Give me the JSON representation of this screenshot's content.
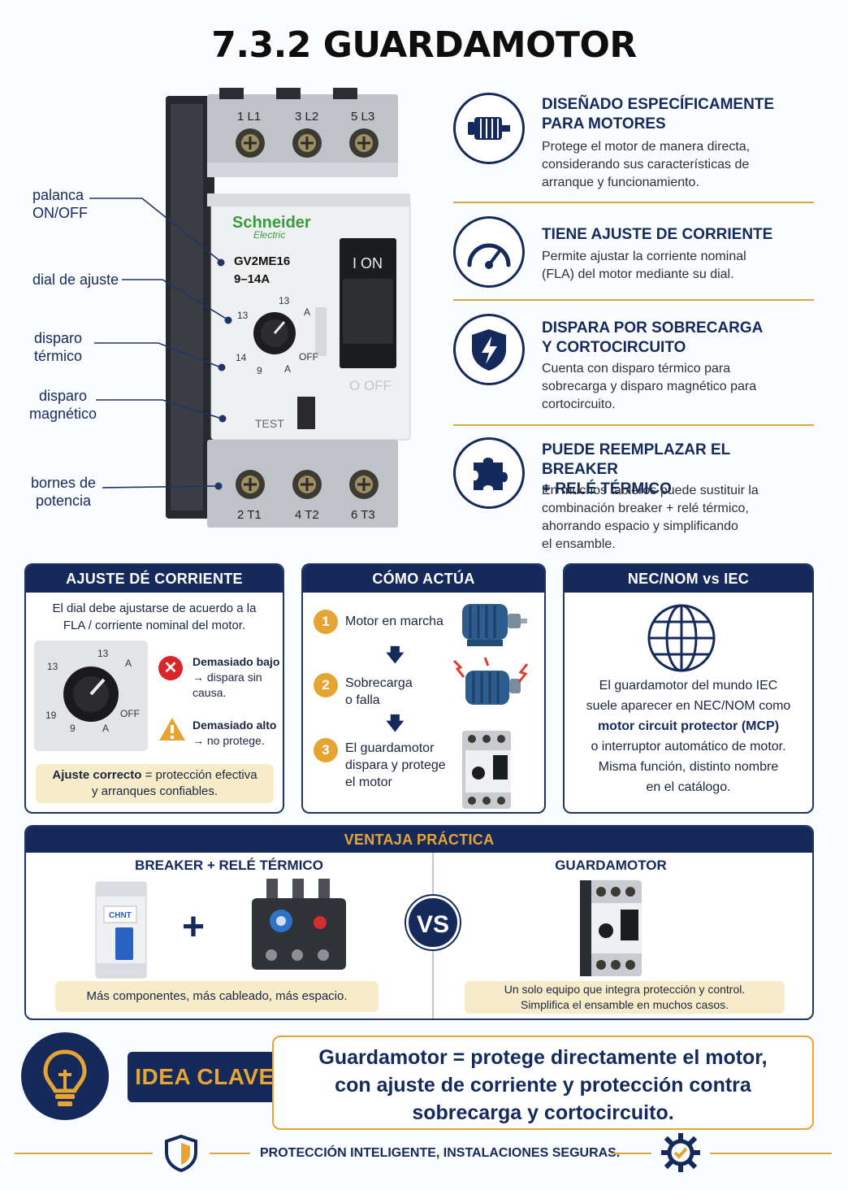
{
  "title": "7.3.2 GUARDAMOTOR",
  "device": {
    "top_terminals": [
      "1 L1",
      "3 L2",
      "5 L3"
    ],
    "bottom_terminals": [
      "2 T1",
      "4 T2",
      "6 T3"
    ],
    "brand_main": "Schneider",
    "brand_sub": "Electric",
    "model": "GV2ME16",
    "range": "9–14A",
    "on_label": "I ON",
    "off_label": "O OFF",
    "test_label": "TEST",
    "dial_marks": [
      "13",
      "13",
      "14",
      "9",
      "A",
      "OFF",
      "A"
    ]
  },
  "callouts": {
    "lever": [
      "palanca",
      "ON/OFF"
    ],
    "dial": [
      "dial de ajuste"
    ],
    "thermal": [
      "disparo",
      "térmico"
    ],
    "magnetic": [
      "disparo",
      "magnético"
    ],
    "terminals": [
      "bornes de",
      "potencia"
    ]
  },
  "features": [
    {
      "icon": "motor-icon",
      "title": [
        "DISEÑADO ESPECÍFICAMENTE",
        "PARA MOTORES"
      ],
      "desc": [
        "Protege el motor de manera directa,",
        "considerando sus características de",
        "arranque y funcionamiento."
      ]
    },
    {
      "icon": "gauge-icon",
      "title": [
        "TIENE AJUSTE DE CORRIENTE"
      ],
      "desc": [
        "Permite ajustar la corriente nominal",
        "(FLA) del motor mediante su dial."
      ]
    },
    {
      "icon": "shield-bolt-icon",
      "title": [
        "DISPARA POR SOBRECARGA",
        "Y CORTOCIRCUITO"
      ],
      "desc": [
        "Cuenta con disparo térmico para",
        "sobrecarga y disparo magnético para",
        "cortocircuito."
      ]
    },
    {
      "icon": "puzzle-icon",
      "title": [
        "PUEDE REEMPLAZAR EL BREAKER",
        "+ RELÉ TÉRMICO"
      ],
      "desc": [
        "En muchos tableros puede sustituir la",
        "combinación breaker + relé térmico,",
        "ahorrando espacio y simplificando",
        "el ensamble."
      ]
    }
  ],
  "ajuste": {
    "header": "AJUSTE DÉ CORRIENTE",
    "intro": [
      "El dial debe ajustarse de acuerdo a la",
      "FLA / corriente nominal del motor."
    ],
    "low_title": "Demasiado bajo",
    "low_desc": [
      "→ dispara sin",
      "causa."
    ],
    "high_title": "Demasiado alto",
    "high_desc": [
      "→ no protege."
    ],
    "correct_bold": "Ajuste correcto",
    "correct_rest": " = protección efectiva",
    "correct_line2": "y arranques confiables.",
    "dial_marks": [
      "13",
      "13",
      "A",
      "19",
      "OFF",
      "9",
      "A"
    ]
  },
  "actua": {
    "header": "CÓMO ACTÚA",
    "steps": [
      {
        "num": "1",
        "text": [
          "Motor en marcha"
        ]
      },
      {
        "num": "2",
        "text": [
          "Sobrecarga",
          "o falla"
        ]
      },
      {
        "num": "3",
        "text": [
          "El guardamotor",
          "dispara y protege",
          "el motor"
        ]
      }
    ]
  },
  "nec": {
    "header": "NEC/NOM vs IEC",
    "l1": "El guardamotor del mundo IEC",
    "l2": "suele aparecer en NEC/NOM como",
    "l3": "motor circuit protector (MCP)",
    "l4": "o interruptor automático de motor.",
    "l5": "Misma función, distinto nombre",
    "l6": "en el catálogo."
  },
  "ventaja": {
    "header": "VENTAJA PRÁCTICA",
    "left_title": "BREAKER + RELÉ TÉRMICO",
    "breaker_brand": "CHNT",
    "plus": "+",
    "vs": "VS",
    "right_title": "GUARDAMOTOR",
    "left_caption": "Más componentes, más cableado, más espacio.",
    "right_caption": [
      "Un solo equipo que integra protección y control.",
      "Simplifica el ensamble en muchos casos."
    ]
  },
  "idea": {
    "label": "IDEA CLAVE",
    "text": [
      "Guardamotor = protege directamente el motor,",
      "con ajuste de corriente y protección contra",
      "sobrecarga y cortocircuito."
    ]
  },
  "footer": "PROTECCIÓN INTELIGENTE, INSTALACIONES SEGURAS.",
  "colors": {
    "navy": "#15295a",
    "gold": "#e6a532",
    "light_gold": "#f7ecc9"
  }
}
